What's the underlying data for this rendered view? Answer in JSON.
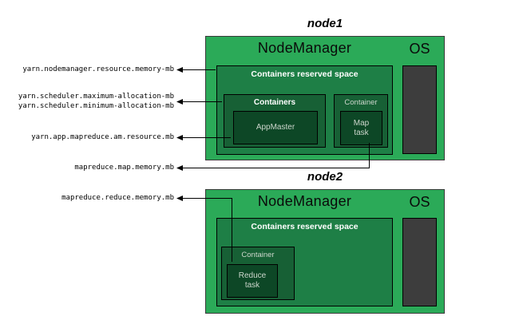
{
  "colors": {
    "node_green": "#2baa58",
    "reserved_green": "#1e7f46",
    "container_green": "#176035",
    "task_green": "#0d4726",
    "os_gray": "#3d3d3d",
    "line_black": "#000000"
  },
  "config_labels": [
    {
      "text": "yarn.nodemanager.resource.memory-mb",
      "points_to": "node1 containers reserved space"
    },
    {
      "text": "yarn.scheduler.maximum-allocation-mb",
      "points_to": "node1 containers box"
    },
    {
      "text": "yarn.scheduler.minimum-allocation-mb",
      "points_to": "node1 containers box"
    },
    {
      "text": "yarn.app.mapreduce.am.resource.mb",
      "points_to": "node1 appmaster box"
    },
    {
      "text": "mapreduce.map.memory.mb",
      "points_to": "node1 map task box"
    },
    {
      "text": "mapreduce.reduce.memory.mb",
      "points_to": "node2 reduce task box"
    }
  ],
  "nodes": [
    {
      "title": "node1",
      "nodemanager_label": "NodeManager",
      "os_label": "OS",
      "reserved_label": "Containers reserved space",
      "containers": [
        {
          "label": "Containers",
          "task": "AppMaster"
        },
        {
          "label": "Container",
          "task": "Map\ntask"
        }
      ]
    },
    {
      "title": "node2",
      "nodemanager_label": "NodeManager",
      "os_label": "OS",
      "reserved_label": "Containers reserved space",
      "containers": [
        {
          "label": "Container",
          "task": "Reduce\ntask"
        }
      ]
    }
  ]
}
